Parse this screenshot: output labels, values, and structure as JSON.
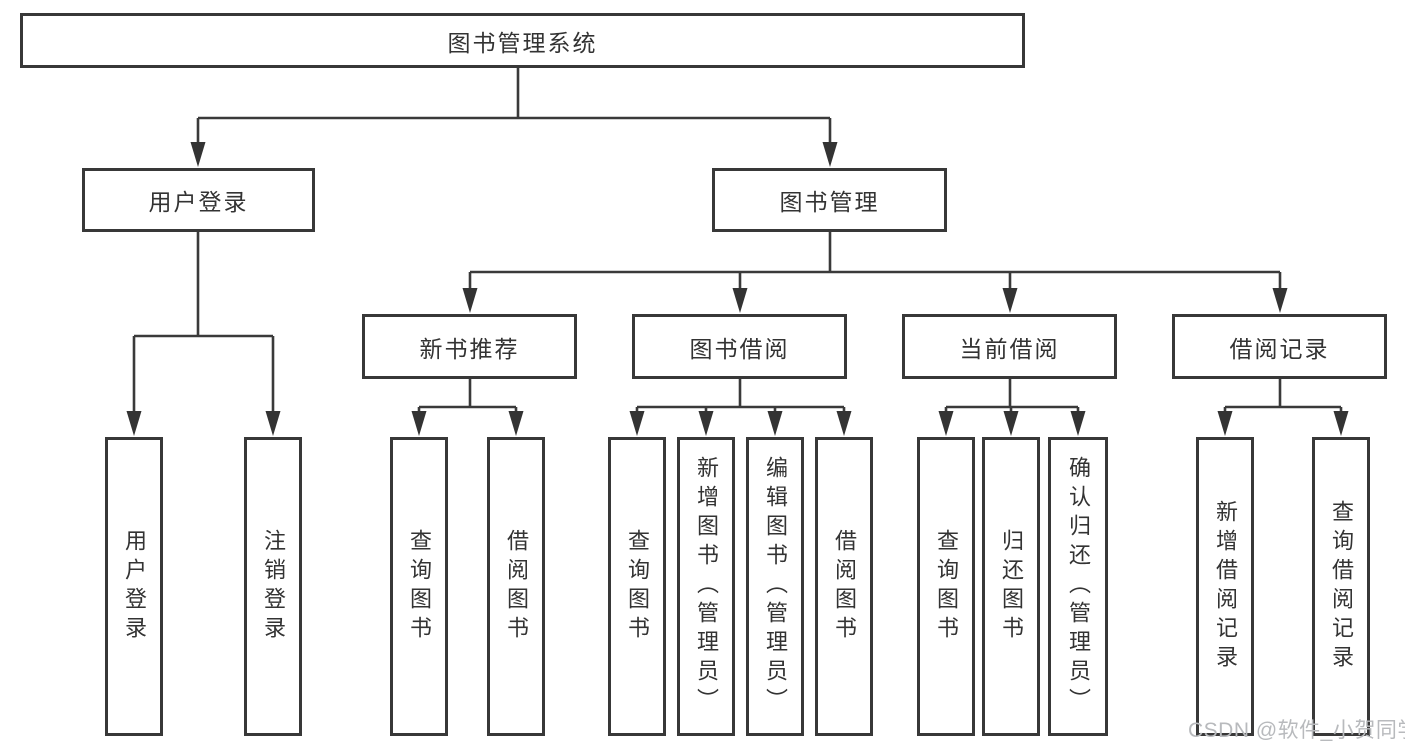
{
  "diagram_type": "hierarchy",
  "colors": {
    "background": "#ffffff",
    "line": "#3a3a3a",
    "box_border": "#383838",
    "text": "#333333",
    "watermark": "#b8babd"
  },
  "tree": {
    "label": "图书管理系统",
    "children": [
      {
        "label": "用户登录",
        "children": [
          {
            "label": "用户登录"
          },
          {
            "label": "注销登录"
          }
        ]
      },
      {
        "label": "图书管理",
        "children": [
          {
            "label": "新书推荐",
            "children": [
              {
                "label": "查询图书"
              },
              {
                "label": "借阅图书"
              }
            ]
          },
          {
            "label": "图书借阅",
            "children": [
              {
                "label": "查询图书"
              },
              {
                "label": "新增图书（管理员）"
              },
              {
                "label": "编辑图书（管理员）"
              },
              {
                "label": "借阅图书"
              }
            ]
          },
          {
            "label": "当前借阅",
            "children": [
              {
                "label": "查询图书"
              },
              {
                "label": "归还图书"
              },
              {
                "label": "确认归还（管理员）"
              }
            ]
          },
          {
            "label": "借阅记录",
            "children": [
              {
                "label": "新增借阅记录"
              },
              {
                "label": "查询借阅记录"
              }
            ]
          }
        ]
      }
    ]
  },
  "watermark": {
    "text": "CSDN @软件_小贺同学"
  }
}
